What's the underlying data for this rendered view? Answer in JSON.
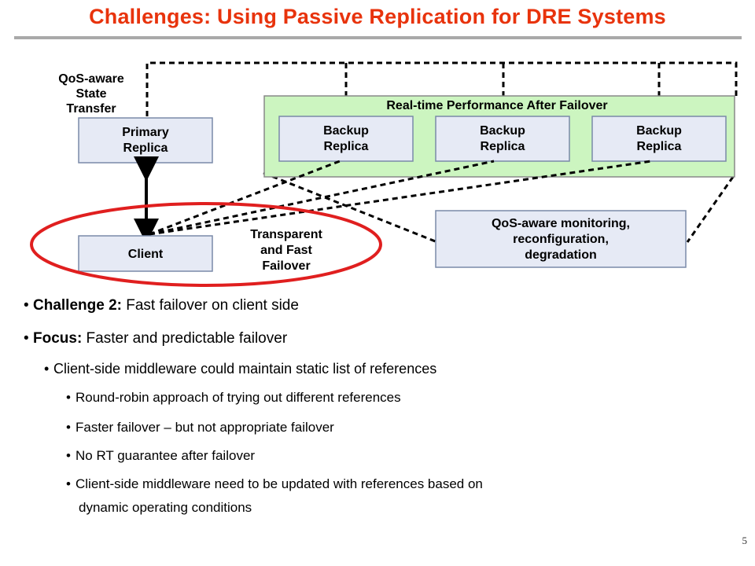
{
  "slide": {
    "title": "Challenges: Using Passive Replication for DRE Systems",
    "page_number": "5"
  },
  "diagram": {
    "state_transfer_label": [
      "QoS-aware",
      "State",
      "Transfer"
    ],
    "primary_replica": [
      "Primary",
      "Replica"
    ],
    "realtime_group_label": "Real-time Performance After Failover",
    "backups": [
      [
        "Backup",
        "Replica"
      ],
      [
        "Backup",
        "Replica"
      ],
      [
        "Backup",
        "Replica"
      ]
    ],
    "client": "Client",
    "failover_label": [
      "Transparent",
      "and Fast",
      "Failover"
    ],
    "monitoring": [
      "QoS-aware monitoring,",
      "reconfiguration,",
      "degradation"
    ],
    "colors": {
      "box_fill": "#e6eaf5",
      "box_stroke": "#7a8aa8",
      "group_fill": "#ccf5c0",
      "highlight_ellipse": "#e01f1f",
      "title": "#e8330c"
    }
  },
  "bullets": {
    "b1_label": "Challenge 2:",
    "b1_text": " Fast failover on client side",
    "b2_label": "Focus:",
    "b2_text": " Faster and predictable failover",
    "b3": "Client-side middleware could maintain static list of references",
    "b4": "Round-robin approach of trying out different references",
    "b5": "Faster failover – but not appropriate failover",
    "b6": "No RT guarantee after failover",
    "b7_line1": "Client-side middleware need to be updated with references based on",
    "b7_line2": "dynamic operating conditions"
  }
}
